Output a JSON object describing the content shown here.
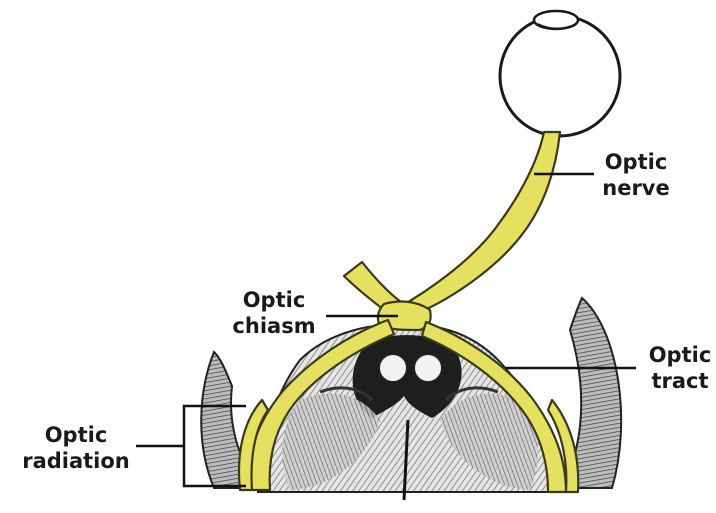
{
  "labels": {
    "optic_nerve": [
      "Optic",
      "nerve"
    ],
    "optic_chiasm": [
      "Optic",
      "chiasm"
    ],
    "optic_tract": [
      "Optic",
      "tract"
    ],
    "optic_radiation": [
      "Optic",
      "radiation"
    ]
  },
  "colors": {
    "nerve_fill": "#e6e061",
    "nerve_outline": "#3a3a1a",
    "tissue_dark": "#2a2a2a",
    "tissue_mid": "#8c8c8c",
    "tissue_light": "#d9d9d9",
    "leader_line": "#111111"
  }
}
